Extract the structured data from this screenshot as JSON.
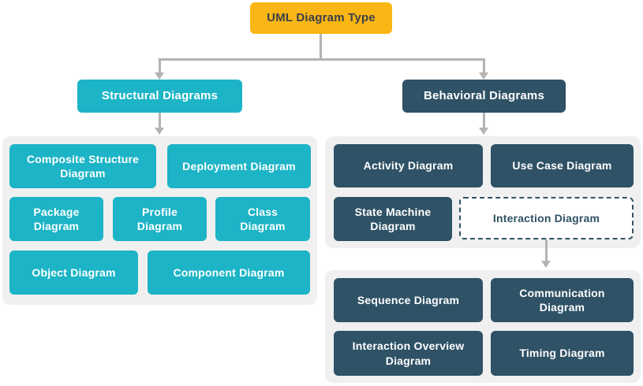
{
  "diagram": {
    "root": {
      "label": "UML Diagram Type"
    },
    "structural": {
      "label": "Structural Diagrams",
      "items": [
        {
          "label": "Composite Structure Diagram"
        },
        {
          "label": "Deployment Diagram"
        },
        {
          "label": "Package Diagram"
        },
        {
          "label": "Profile Diagram"
        },
        {
          "label": "Class Diagram"
        },
        {
          "label": "Object Diagram"
        },
        {
          "label": "Component Diagram"
        }
      ]
    },
    "behavioral": {
      "label": "Behavioral Diagrams",
      "items": [
        {
          "label": "Activity Diagram"
        },
        {
          "label": "Use Case Diagram"
        },
        {
          "label": "State Machine Diagram"
        }
      ],
      "interaction": {
        "label": "Interaction Diagram",
        "items": [
          {
            "label": "Sequence Diagram"
          },
          {
            "label": "Communication Diagram"
          },
          {
            "label": "Interaction Overview Diagram"
          },
          {
            "label": "Timing Diagram"
          }
        ]
      }
    }
  },
  "colors": {
    "root_fill": "#FAB614",
    "root_text": "#3B3F48",
    "teal": "#1CB4C6",
    "slate": "#2F5266",
    "group_bg": "#F0F0F0",
    "connector": "#B3B3B3"
  }
}
